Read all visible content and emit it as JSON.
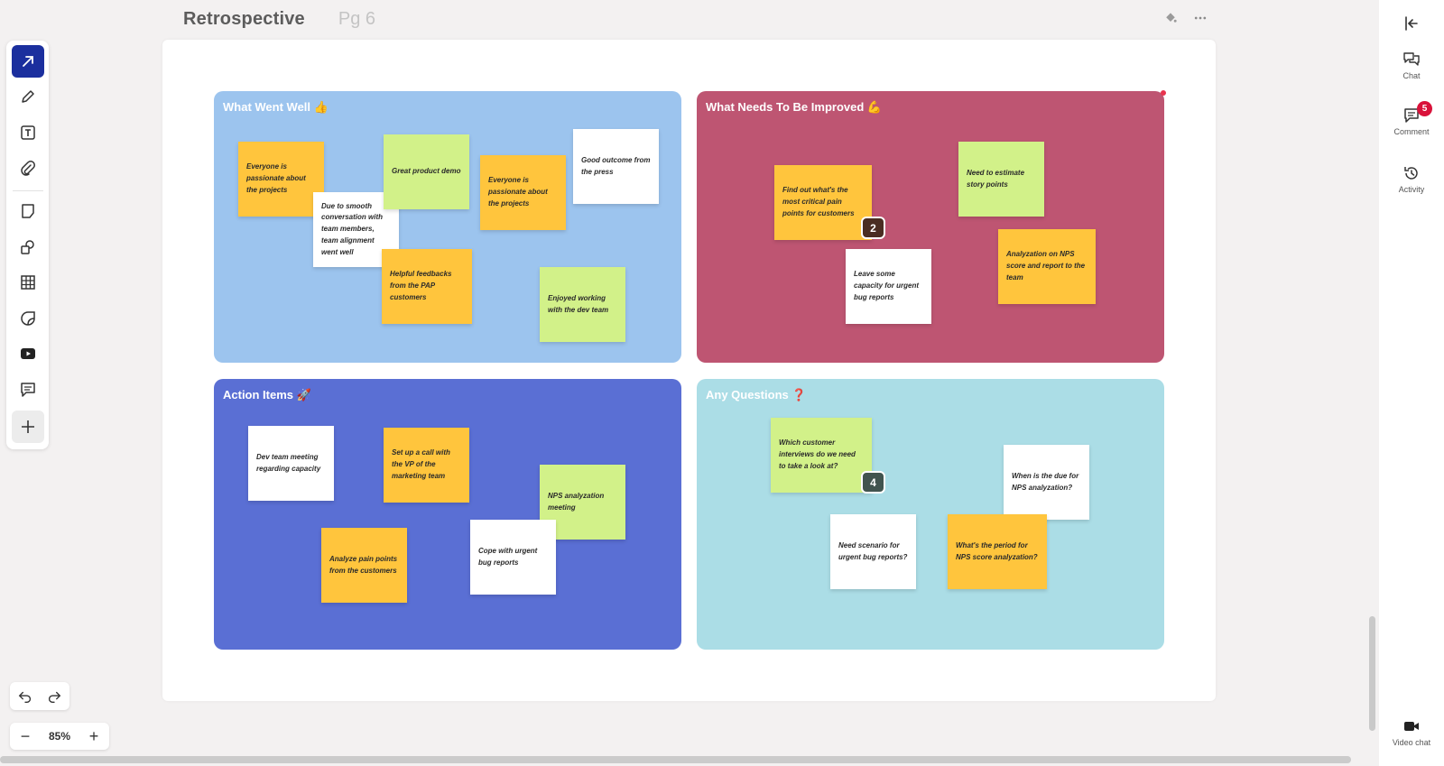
{
  "header": {
    "title": "Retrospective",
    "page": "Pg 6",
    "more_icon": "ellipsis-icon",
    "paint_icon": "paint-bucket-icon"
  },
  "toolbar": {
    "tools": [
      "select-arrow-icon",
      "pen-icon",
      "text-icon",
      "attachment-icon",
      "sticky-note-icon",
      "shapes-icon",
      "table-icon",
      "sticker-icon",
      "video-icon",
      "comment-icon",
      "plus-icon"
    ],
    "active": "select-arrow-icon",
    "accent": "#1b2f9e"
  },
  "board": {
    "went_well": {
      "title": "What Went Well 👍",
      "color": "#9cc4ee",
      "notes": [
        "Everyone is passionate about the projects",
        "Due to smooth conversation with team members, team alignment went well",
        "Great product demo",
        "Everyone is passionate about the projects",
        "Good outcome from the press",
        "Helpful feedbacks from the PAP customers",
        "Enjoyed working with the dev team"
      ]
    },
    "improve": {
      "title": "What Needs To Be Improved 💪",
      "color": "#be5572",
      "notes": [
        "Find out what's the most critical pain points for customers",
        "Need to estimate story points",
        "Leave some capacity for urgent bug reports",
        "Analyzation on NPS score and report to the team"
      ],
      "badge": "2"
    },
    "actions": {
      "title": "Action Items 🚀",
      "color": "#5a6fd4",
      "notes": [
        "Dev team meeting regarding capacity",
        "Set up a call with the VP of the marketing team",
        "NPS analyzation meeting",
        "Analyze pain points from the customers",
        "Cope with urgent bug reports"
      ]
    },
    "questions": {
      "title": "Any Questions ❓",
      "color": "#abdde6",
      "notes": [
        "Which customer interviews do we need to take a look at?",
        "When is the due for NPS analyzation?",
        "Need scenario for urgent bug reports?",
        "What's the period for NPS score analyzation?"
      ],
      "badge": "4"
    }
  },
  "zoom": {
    "value": "85%",
    "minus": "−",
    "plus": "+"
  },
  "right_panel": {
    "collapse_icon": "collapse-panel-icon",
    "chat": "Chat",
    "comment": "Comment",
    "comment_count": "5",
    "activity": "Activity",
    "video_chat": "Video chat"
  }
}
